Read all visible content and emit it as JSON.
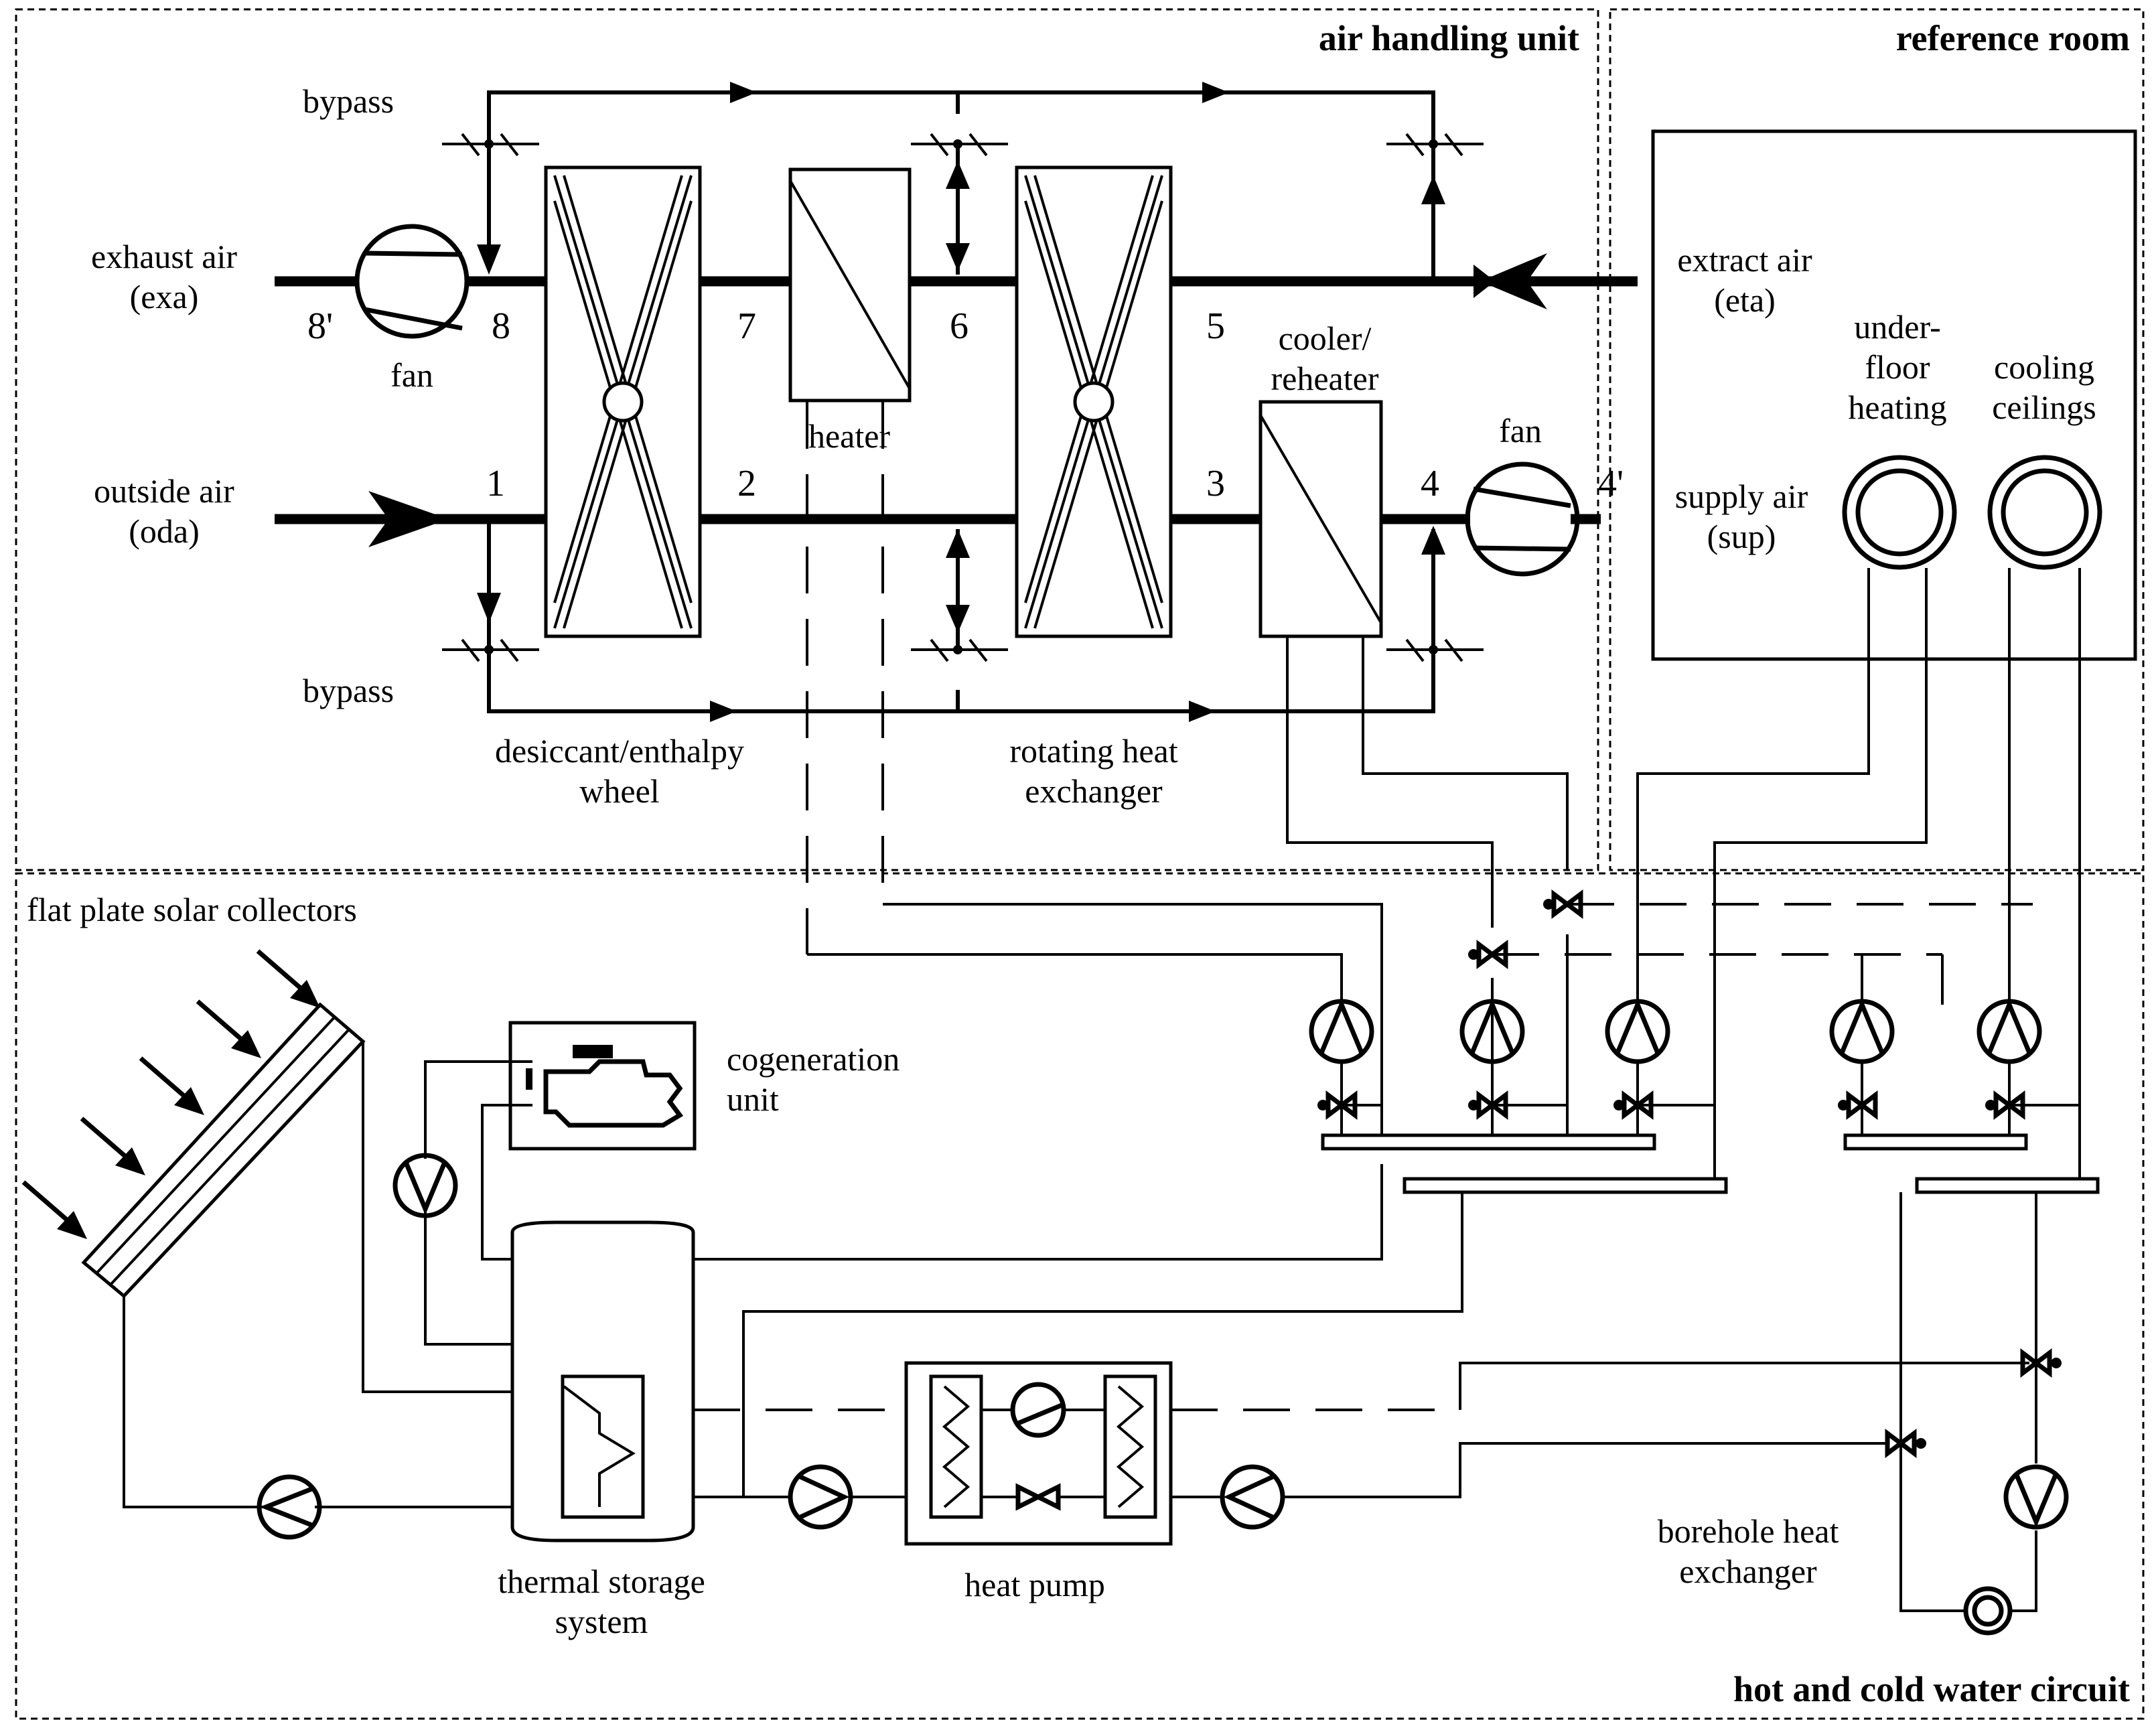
{
  "sections": {
    "air_handling_unit": "air handling unit",
    "reference_room": "reference room",
    "water_circuit": "hot and cold water circuit"
  },
  "air_labels": {
    "bypass_top": "bypass",
    "bypass_bottom": "bypass",
    "exhaust_air": "exhaust air",
    "exhaust_air_abbr": "(exa)",
    "outside_air": "outside air",
    "outside_air_abbr": "(oda)",
    "extract_air": "extract air",
    "extract_air_abbr": "(eta)",
    "supply_air": "supply air",
    "supply_air_abbr": "(sup)"
  },
  "state_points": {
    "p8prime": "8'",
    "p8": "8",
    "p7": "7",
    "p6": "6",
    "p5": "5",
    "p1": "1",
    "p2": "2",
    "p3": "3",
    "p4": "4",
    "p4prime": "4'"
  },
  "components": {
    "fan_exhaust": "fan",
    "fan_supply": "fan",
    "heater": "heater",
    "cooler_reheater_1": "cooler/",
    "cooler_reheater_2": "reheater",
    "desiccant_wheel_1": "desiccant/enthalpy",
    "desiccant_wheel_2": "wheel",
    "rotating_hx_1": "rotating heat",
    "rotating_hx_2": "exchanger",
    "underfloor_1": "under-",
    "underfloor_2": "floor",
    "underfloor_3": "heating",
    "cooling_ceilings_1": "cooling",
    "cooling_ceilings_2": "ceilings",
    "solar_collectors": "flat plate solar collectors",
    "cogeneration_1": "cogeneration",
    "cogeneration_2": "unit",
    "thermal_storage_1": "thermal storage",
    "thermal_storage_2": "system",
    "heat_pump": "heat pump",
    "borehole_1": "borehole heat",
    "borehole_2": "exchanger"
  }
}
